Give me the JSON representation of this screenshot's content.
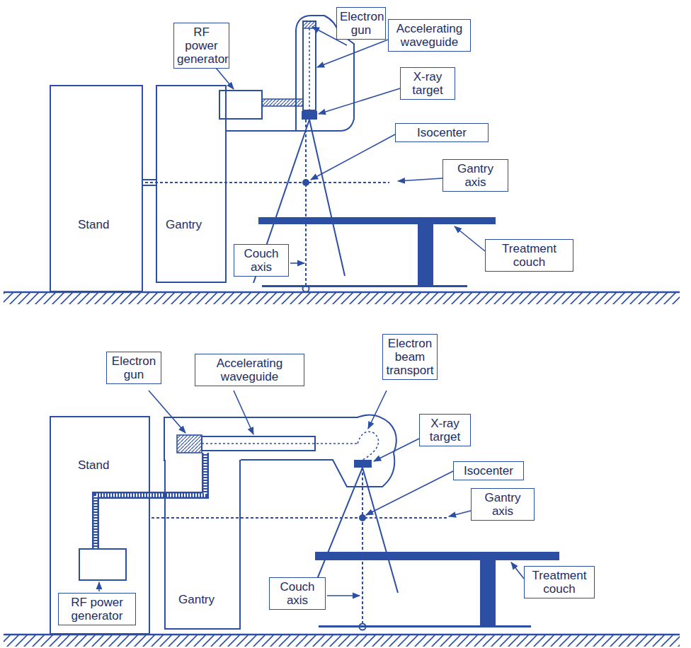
{
  "diagram": {
    "nodes": [
      {
        "text": [
          "Stand"
        ]
      },
      {
        "text": [
          "Gantry"
        ]
      },
      {
        "text": [
          "RF power generator"
        ]
      },
      {
        "text": [
          "Electron gun"
        ]
      },
      {
        "text": [
          "Accelerating waveguide"
        ]
      },
      {
        "text": [
          "X-ray target"
        ]
      },
      {
        "text": [
          "Isocenter"
        ]
      },
      {
        "text": [
          "Gantry axis"
        ]
      },
      {
        "text": [
          "Couch axis"
        ]
      },
      {
        "text": [
          "Treatment couch"
        ]
      },
      {
        "text": [
          "Stand"
        ]
      },
      {
        "text": [
          "Gantry"
        ]
      },
      {
        "text": [
          "Electron gun"
        ]
      },
      {
        "text": [
          "Accelerating waveguide"
        ]
      },
      {
        "text": [
          "Electron beam transport"
        ]
      },
      {
        "text": [
          "X-ray target"
        ]
      },
      {
        "text": [
          "Isocenter"
        ]
      },
      {
        "text": [
          "Gantry axis"
        ]
      },
      {
        "text": [
          "RF power generator"
        ],
        "in": 10
      },
      {
        "text": [
          "Couch axis"
        ]
      },
      {
        "text": [
          "Treatment couch"
        ]
      }
    ]
  }
}
